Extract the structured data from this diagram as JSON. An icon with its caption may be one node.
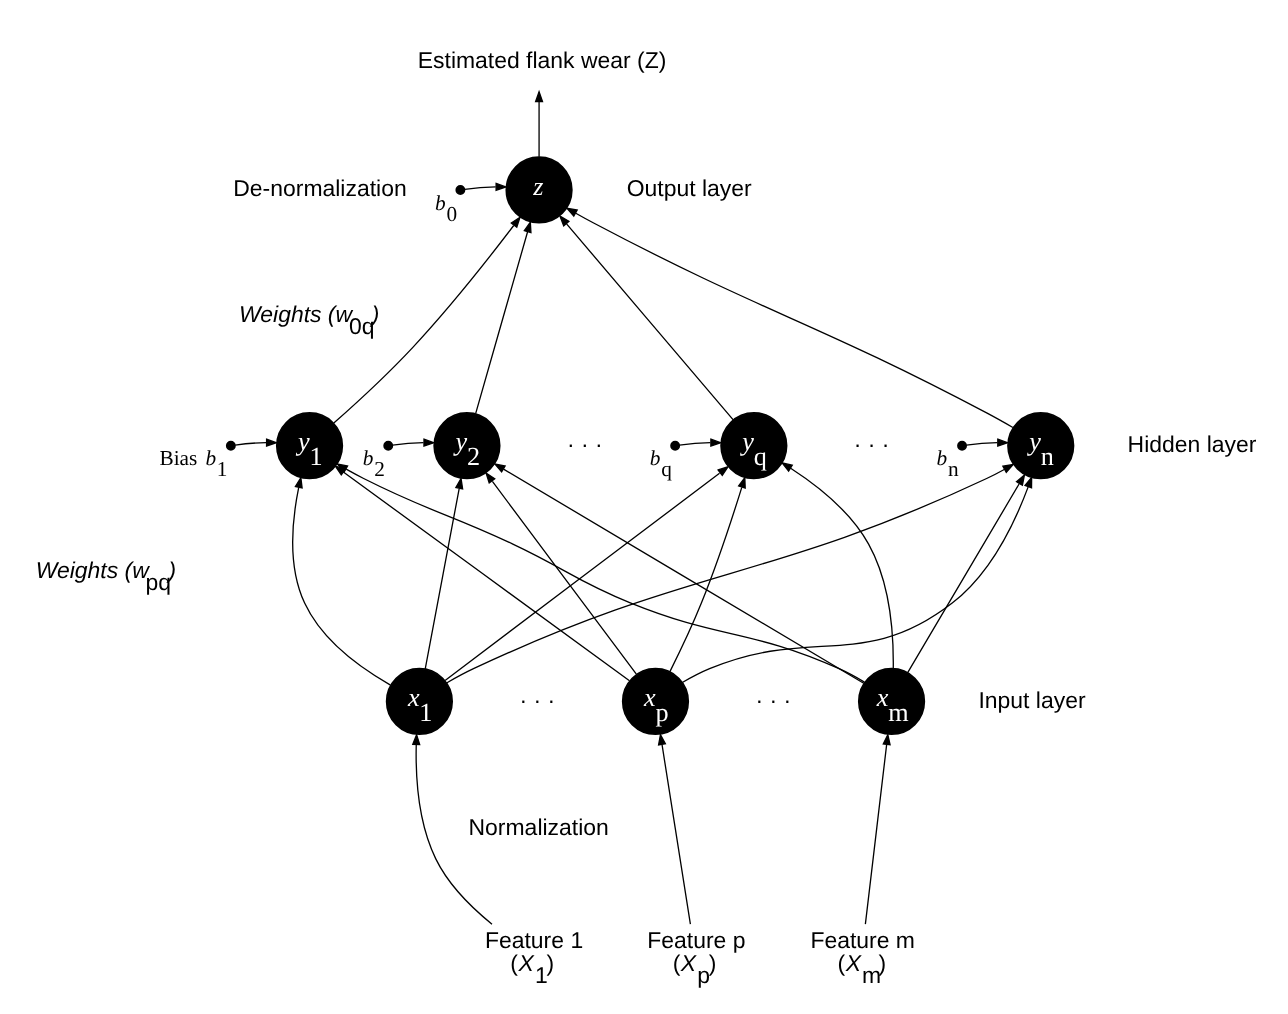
{
  "diagram": {
    "nodes": [
      {
        "text": [
          "Estimated flank wear (Z)"
        ]
      },
      {
        "text": [
          "*b*$_{0}$"
        ]
      },
      {
        "text": [
          "*z*"
        ]
      },
      {
        "text": [
          "*b*$_{1}$"
        ],
        "beside": [
          "Bias"
        ]
      },
      {
        "text": [
          "*y*$_{1}$"
        ]
      },
      {
        "text": [
          "*b*$_{2}$"
        ]
      },
      {
        "text": [
          "*y*$_{2}$"
        ]
      },
      {
        "text": [
          "*b*$_{q}$"
        ]
      },
      {
        "text": [
          "*y*$_{q}$"
        ]
      },
      {
        "text": [
          "*b*$_{n}$"
        ]
      },
      {
        "text": [
          "*y*$_{n}$"
        ]
      },
      {
        "text": [
          "*x*$_{1}$"
        ]
      },
      {
        "text": [
          "*x*$_{p}$"
        ]
      },
      {
        "text": [
          "*x*$_{m}$"
        ]
      },
      {
        "text": [
          "Feature 1",
          "(*X*$_{1}$)"
        ]
      },
      {
        "text": [
          "Feature p",
          "(*X*$_{p}$)"
        ]
      },
      {
        "text": [
          "Feature m",
          "(*X*$_{m}$)"
        ]
      }
    ],
    "edges": [
      {
        "from": 2,
        "to": 0,
        "arrow": "to"
      },
      {
        "from": 1,
        "to": 2,
        "arrow": "to"
      },
      {
        "from": 4,
        "to": 2,
        "arrow": "to"
      },
      {
        "from": 6,
        "to": 2,
        "arrow": "to"
      },
      {
        "from": 8,
        "to": 2,
        "arrow": "to"
      },
      {
        "from": 10,
        "to": 2,
        "arrow": "to"
      },
      {
        "from": 3,
        "to": 4,
        "arrow": "to"
      },
      {
        "from": 5,
        "to": 6,
        "arrow": "to"
      },
      {
        "from": 7,
        "to": 8,
        "arrow": "to"
      },
      {
        "from": 9,
        "to": 10,
        "arrow": "to"
      },
      {
        "from": 11,
        "to": 4,
        "arrow": "to"
      },
      {
        "from": 11,
        "to": 6,
        "arrow": "to"
      },
      {
        "from": 11,
        "to": 8,
        "arrow": "to"
      },
      {
        "from": 11,
        "to": 10,
        "arrow": "to"
      },
      {
        "from": 12,
        "to": 4,
        "arrow": "to"
      },
      {
        "from": 12,
        "to": 6,
        "arrow": "to"
      },
      {
        "from": 12,
        "to": 8,
        "arrow": "to"
      },
      {
        "from": 12,
        "to": 10,
        "arrow": "to"
      },
      {
        "from": 13,
        "to": 4,
        "arrow": "to"
      },
      {
        "from": 13,
        "to": 6,
        "arrow": "to"
      },
      {
        "from": 13,
        "to": 8,
        "arrow": "to"
      },
      {
        "from": 13,
        "to": 10,
        "arrow": "to"
      },
      {
        "from": 14,
        "to": 11,
        "arrow": "to"
      },
      {
        "from": 15,
        "to": 12,
        "arrow": "to"
      },
      {
        "from": 16,
        "to": 13,
        "arrow": "to"
      }
    ],
    "labels": [
      "De-normalization",
      "Output layer",
      "*Weights (w*$_{0q}$*)*",
      "· · ·",
      "· · ·",
      "Hidden layer",
      "*Weights (w*$_{pq}$*)*",
      "· · ·",
      "· · ·",
      "Input layer",
      "Normalization"
    ]
  }
}
